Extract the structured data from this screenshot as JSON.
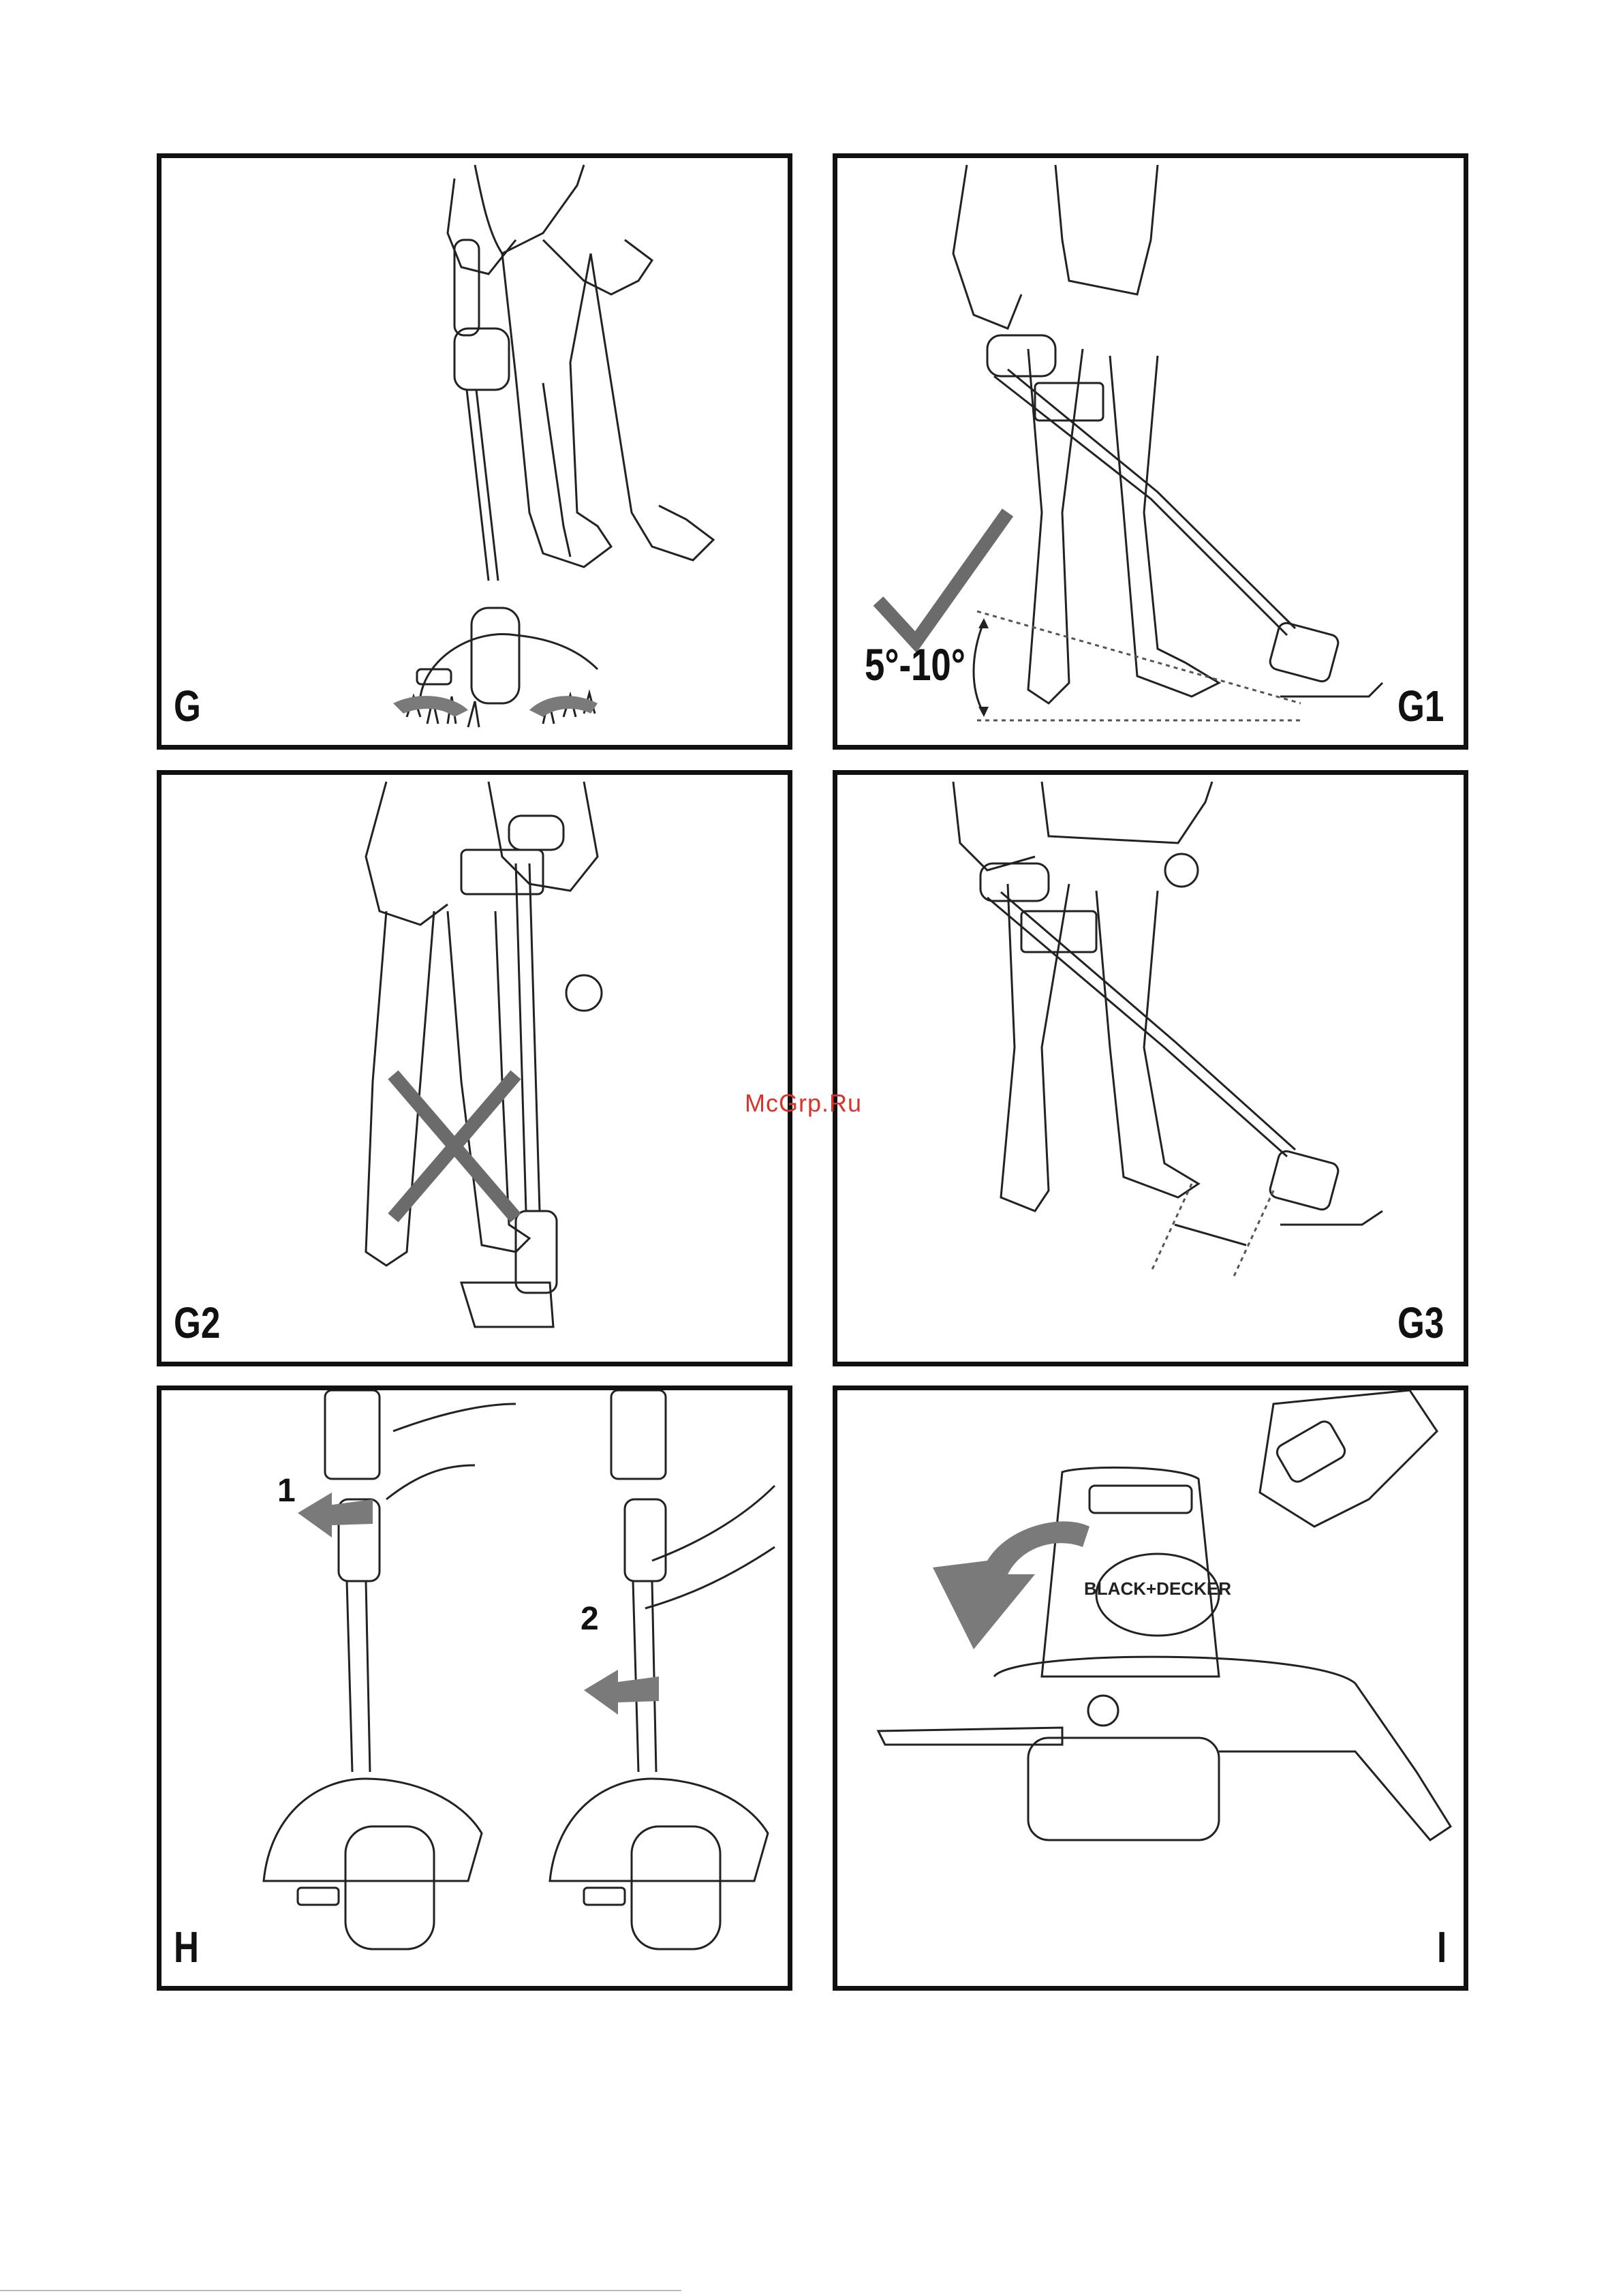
{
  "watermark": "McGrp.Ru",
  "panels": {
    "G": {
      "label": "G"
    },
    "G1": {
      "label": "G1",
      "angle_text": "5°-10°"
    },
    "G2": {
      "label": "G2"
    },
    "G3": {
      "label": "G3"
    },
    "H": {
      "label": "H",
      "step1": "1",
      "step2": "2"
    },
    "I": {
      "label": "I",
      "logo_text": "BLACK+DECKER"
    }
  },
  "colors": {
    "frame": "#111111",
    "arrow": "#7a7a7a",
    "check": "#6b6b6b",
    "watermark": "#d9342b"
  },
  "icons": [
    "check-mark-icon",
    "cross-mark-icon",
    "rotate-arrow-icon"
  ]
}
